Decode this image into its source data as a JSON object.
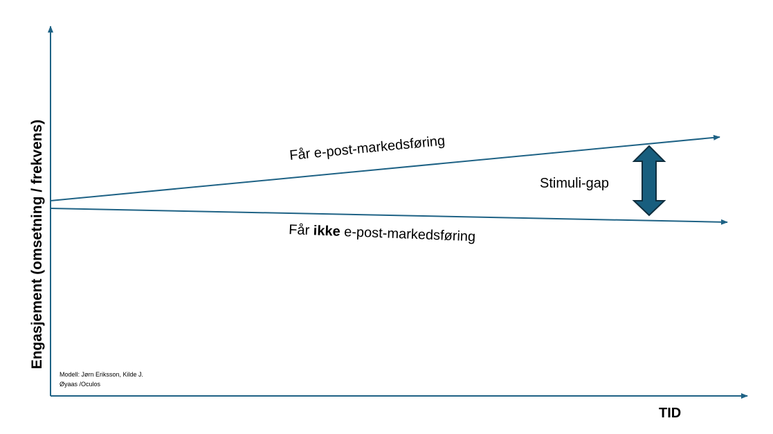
{
  "y_axis_label": "Engasjement (omsetning / frekvens)",
  "x_axis_label": "TID",
  "line_with": {
    "prefix": "Får e-post-markedsføring"
  },
  "line_without": {
    "prefix": "Får ",
    "bold": "ikke",
    "suffix": " e-post-markedsføring"
  },
  "gap_label": "Stimuli-gap",
  "credit": {
    "line1": "Modell: Jørn Eriksson, Kilde J.",
    "line2": "Øyaas /Oculos"
  },
  "colors": {
    "line": "#1e6285",
    "arrow_fill": "#185e7e",
    "arrow_stroke": "#0f2e3e"
  }
}
